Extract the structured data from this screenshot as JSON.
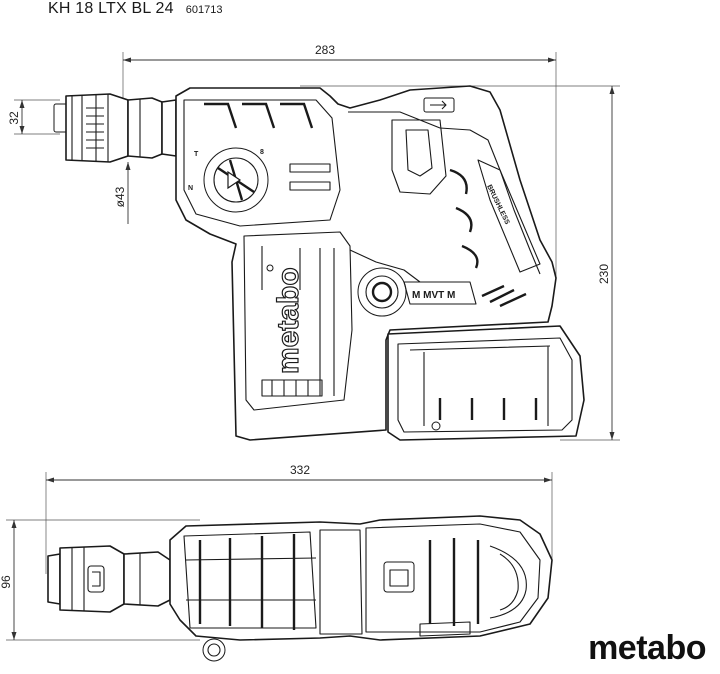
{
  "header": {
    "model": "KH 18 LTX BL 24",
    "article_number": "601713"
  },
  "dimensions": {
    "side_length": "283",
    "chuck_height": "32",
    "chuck_diameter": "ø43",
    "overall_height": "230",
    "top_length": "332",
    "top_width": "96"
  },
  "side_view_labels": {
    "housing_brand": "metabo",
    "motor_badge": "M MVT M",
    "battery_label": "BRUSHLESS"
  },
  "logo": {
    "text": "metabo"
  }
}
